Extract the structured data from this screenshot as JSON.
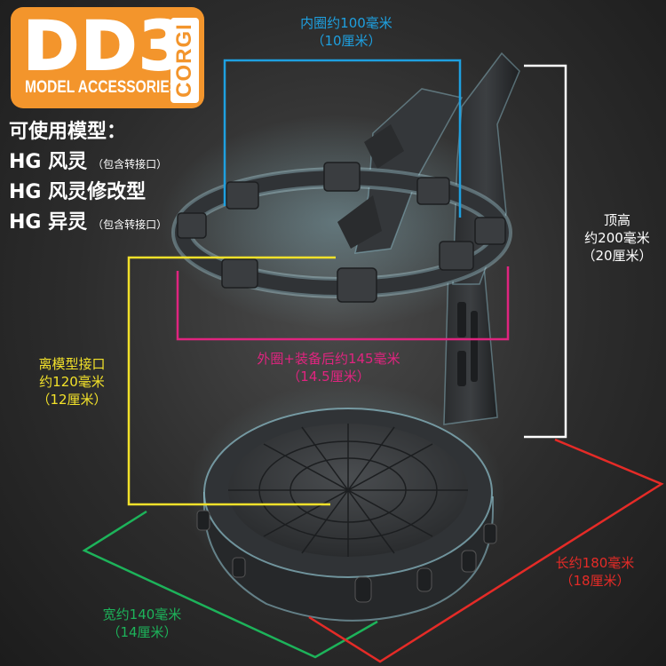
{
  "logo": {
    "main": "DD3",
    "sub": "MODEL ACCESSORIES",
    "side": "CORGI",
    "accent": "#f3952c"
  },
  "compat": {
    "title": "可使用模型：",
    "items": [
      {
        "name": "HG 风灵",
        "note": "（包含转接口）"
      },
      {
        "name": "HG 风灵修改型",
        "note": ""
      },
      {
        "name": "HG 异灵",
        "note": "（包含转接口）"
      }
    ]
  },
  "dimensions": {
    "inner": {
      "line1": "内圈约100毫米",
      "line2": "（10厘米）",
      "color": "#1ea0e0"
    },
    "height": {
      "line1": "顶高",
      "line2": "约200毫米",
      "line3": "（20厘米）",
      "color": "#ffffff"
    },
    "outer": {
      "line1": "外圈+装备后约145毫米",
      "line2": "（14.5厘米）",
      "color": "#e0247f"
    },
    "interface": {
      "line1": "离模型接口",
      "line2": "约120毫米",
      "line3": "（12厘米）",
      "color": "#f2e12a"
    },
    "width": {
      "line1": "宽约140毫米",
      "line2": "（14厘米）",
      "color": "#1db35a"
    },
    "length": {
      "line1": "长约180毫米",
      "line2": "（18厘米）",
      "color": "#e52b27"
    }
  }
}
